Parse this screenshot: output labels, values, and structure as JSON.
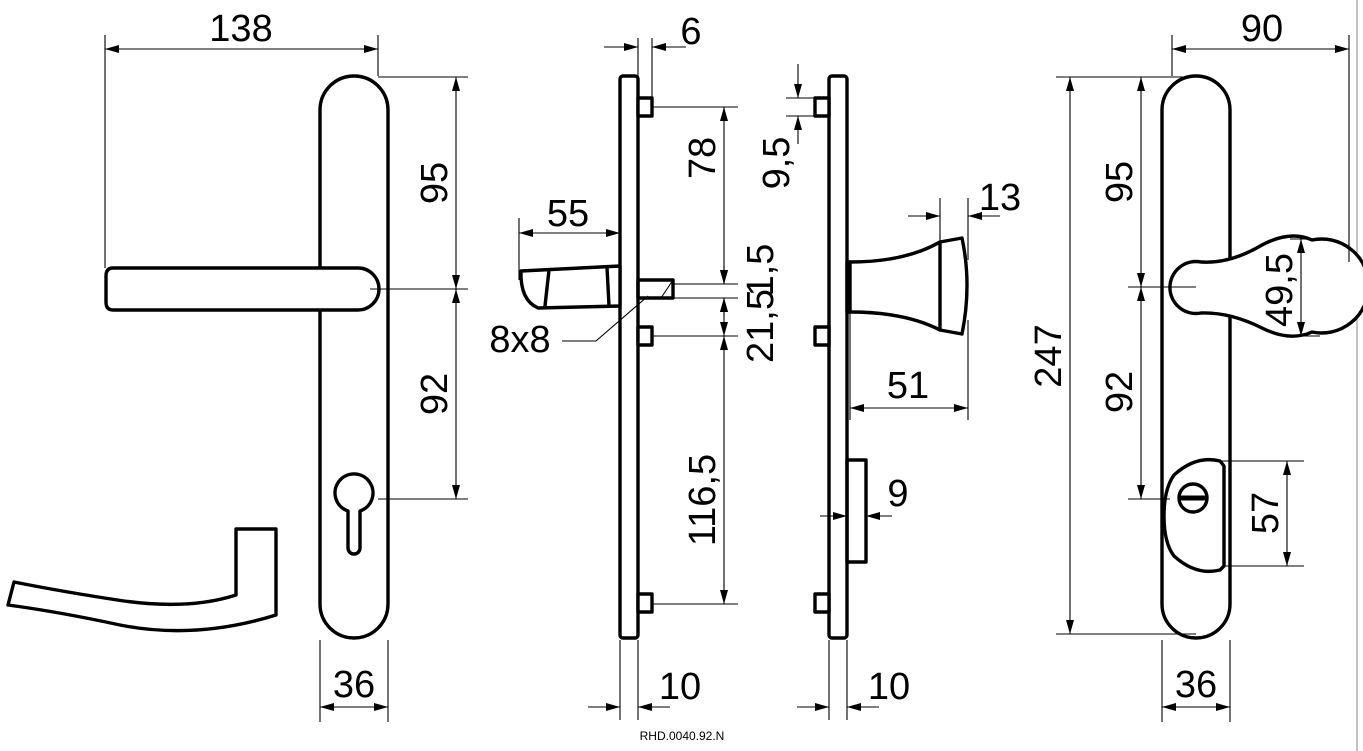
{
  "drawing_code": "RHD.0040.92.N",
  "views": {
    "front_lever": {
      "dim_total_width": "138",
      "dim_upper": "95",
      "dim_lower": "92",
      "dim_plate_width": "36"
    },
    "side_lever": {
      "dim_plate_thickness": "6",
      "dim_lever_depth": "55",
      "dim_spindle": "8x8",
      "dim_top_to_spindle": "78",
      "dim_spindle_small": "1,5",
      "dim_spindle_to_pin": "21,5",
      "dim_pin_to_bottom": "116,5",
      "dim_base": "10"
    },
    "side_knob": {
      "dim_pin_offset": "9,5",
      "dim_knob_face": "13",
      "dim_knob_depth": "51",
      "dim_cover": "9",
      "dim_base": "10"
    },
    "front_knob": {
      "dim_total_width": "90",
      "dim_height": "247",
      "dim_upper": "95",
      "dim_knob_diameter": "49,5",
      "dim_lower": "92",
      "dim_cover_height": "57",
      "dim_plate_width": "36"
    }
  }
}
